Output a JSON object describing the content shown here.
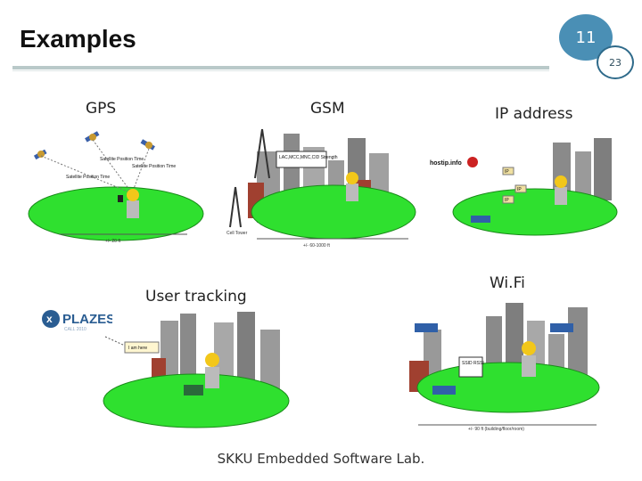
{
  "slide": {
    "title": "Examples",
    "page_number": "11",
    "total_pages": "23",
    "footer": "SKKU Embedded Software Lab."
  },
  "panels": {
    "gps": {
      "label": "GPS",
      "callouts": [
        "Satellite Position Time",
        "Satellite Position Time",
        "Satellite Position Time"
      ],
      "distance": "+/- 20 ft"
    },
    "gsm": {
      "label": "GSM",
      "callout": "LAC,MCC,MNC,CID Strength",
      "tower_label": "Cell Tower",
      "distance": "+/- 60-1000 ft"
    },
    "ip_address": {
      "label": "IP address",
      "site": "hostip.info",
      "ip_tags": [
        "IP",
        "IP",
        "IP"
      ]
    },
    "user_tracking": {
      "label": "User tracking",
      "logo": "PLAZES",
      "logo_sub": "CALL 2010",
      "callout": "I am here"
    },
    "wifi": {
      "label": "Wi.Fi",
      "callout": "SSID RSSI",
      "distance": "+/- 90 ft (building/floor/room)"
    }
  },
  "colors": {
    "accent": "#4a8fb5",
    "ground": "#2fe02f",
    "rule": "#b9c9c9"
  }
}
